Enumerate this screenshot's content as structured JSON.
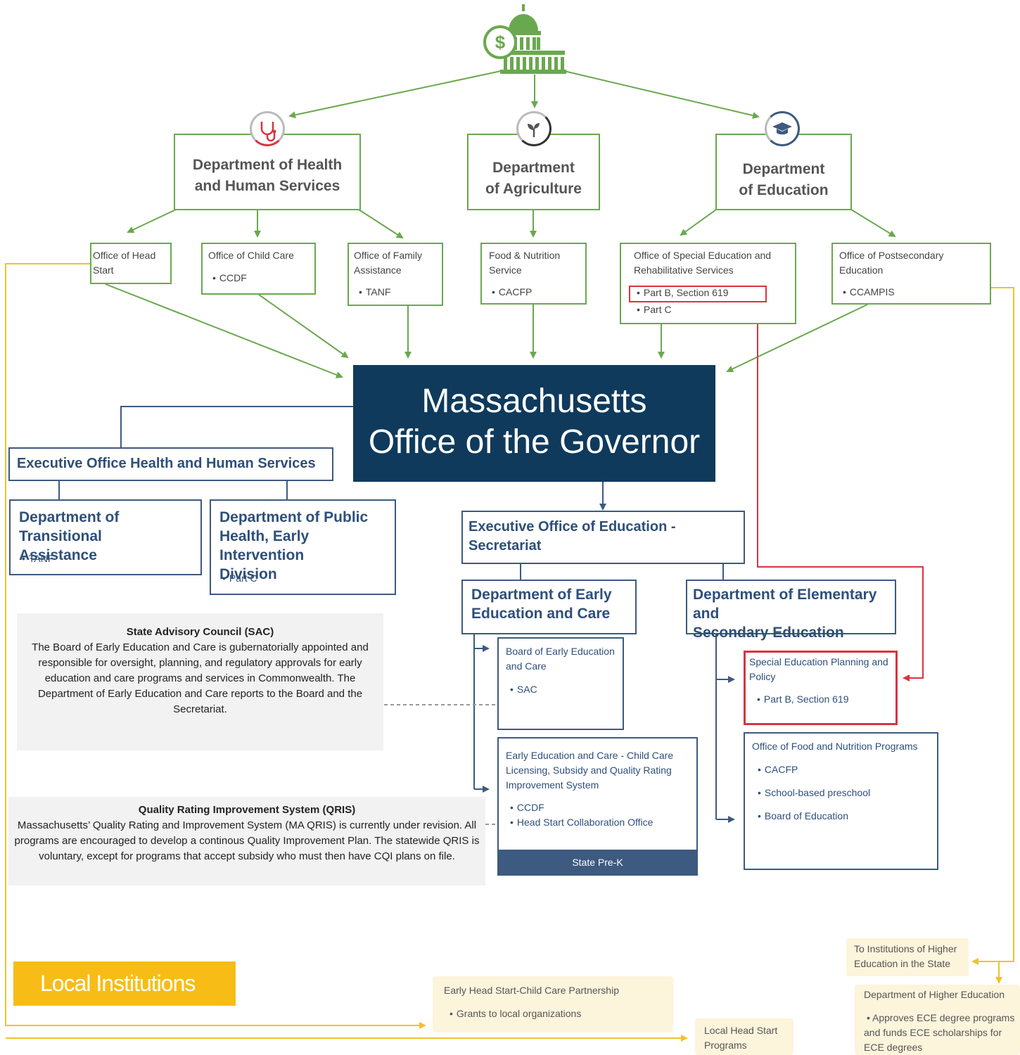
{
  "federal": {
    "departments": [
      {
        "name": "Department of Health\nand Human Services",
        "icon": "stethoscope-icon"
      },
      {
        "name": "Department\nof Agriculture",
        "icon": "sprout-icon"
      },
      {
        "name": "Department\nof Education",
        "icon": "graduation-cap-icon"
      }
    ],
    "offices": {
      "head_start": {
        "title": "Office of Head\nStart"
      },
      "child_care": {
        "title": "Office of Child Care",
        "items": [
          "CCDF"
        ]
      },
      "family_assistance": {
        "title": "Office of Family\nAssistance",
        "items": [
          "TANF"
        ]
      },
      "food_nutrition": {
        "title": "Food & Nutrition\nService",
        "items": [
          "CACFP"
        ]
      },
      "special_ed": {
        "title": "Office of Special Education and\nRehabilitative Services",
        "items": [
          "Part B, Section 619",
          "Part C"
        ]
      },
      "postsecondary": {
        "title": "Office of Postsecondary\nEducation",
        "items": [
          "CCAMPIS"
        ]
      }
    }
  },
  "governor": {
    "line1": "Massachusetts",
    "line2": "Office of the Governor"
  },
  "state": {
    "eohhs": "Executive Office Health and Human Services",
    "dta": {
      "title": "Department of Transitional\nAssistance",
      "items": [
        "TANF"
      ]
    },
    "dph": {
      "title": "Department of Public\nHealth, Early Intervention\nDivision",
      "items": [
        "Part C"
      ]
    },
    "eoe": "Executive Office of Education - Secretariat",
    "eec": "Department of Early\nEducation and Care",
    "dese": "Department of Elementary and\nSecondary Education",
    "board_eec": {
      "title": "Board of Early Education\nand Care",
      "items": [
        "SAC"
      ]
    },
    "eec_licensing": {
      "title": "Early Education and Care - Child Care\nLicensing, Subsidy and Quality Rating\nImprovement System",
      "items": [
        "CCDF",
        "Head Start Collaboration Office"
      ],
      "footer": "State Pre-K"
    },
    "sped_planning": {
      "title": "Special Education Planning and\nPolicy",
      "items": [
        "Part B, Section 619"
      ]
    },
    "food_programs": {
      "title": "Office of Food and Nutrition Programs",
      "items": [
        "CACFP",
        "School-based  preschool",
        "Board of Education"
      ]
    }
  },
  "notes": {
    "sac": {
      "title": "State Advisory Council (SAC)",
      "body": "The Board of Early Education and Care is gubernatorially appointed and responsible for oversight, planning, and regulatory approvals for early education and care programs and services in Commonwealth. The Department of Early Education and Care reports to the Board and the Secretariat."
    },
    "qris": {
      "title": "Quality Rating Improvement System (QRIS)",
      "body": "Massachusetts’ Quality Rating and Improvement System (MA QRIS) is currently under revision. All programs are encouraged to develop a continous Quality Improvement Plan. The statewide QRIS is voluntary, except for programs that accept subsidy who must then have CQI plans on file."
    }
  },
  "local": {
    "label": "Local Institutions",
    "ehs_partnership": {
      "title": "Early Head Start-Child Care Partnership",
      "items": [
        "Grants to local organizations"
      ]
    },
    "local_head_start": "Local Head Start\nPrograms",
    "higher_ed_institutions": "To Institutions of Higher\nEducation in the State",
    "dhe": {
      "title": "Department of Higher Education",
      "body": "• Approves ECE degree programs and funds ECE scholarships for ECE degrees"
    }
  },
  "icons": {
    "capitol": "capitol-dollar-icon"
  },
  "colors": {
    "green": "#6aa84f",
    "navy": "#0f3a5c",
    "blue": "#3d5a80",
    "red": "#d9343f",
    "gold": "#f2c12e",
    "note_bg": "#f2f2f2",
    "local_bg": "#fdf4dc"
  }
}
